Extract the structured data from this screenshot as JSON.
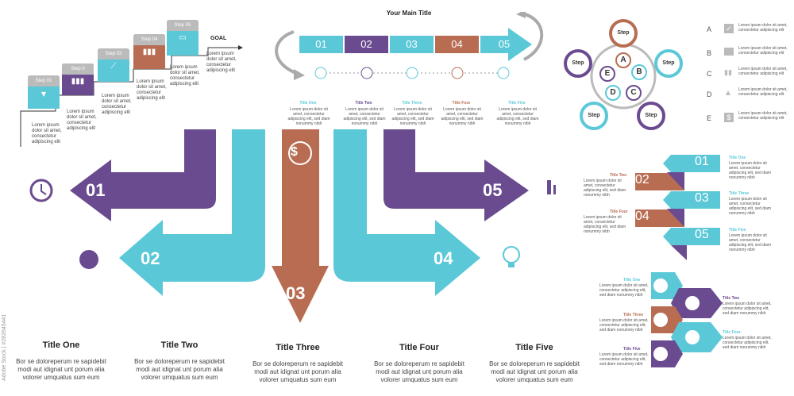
{
  "colors": {
    "cyan": "#5bc8d8",
    "purple": "#6b4b8f",
    "brown": "#b86d52",
    "gray": "#bbbbbb",
    "dark": "#333333"
  },
  "staircase": {
    "steps": [
      {
        "label": "Step 01",
        "text": "Lorem ipsum dolor sit amet, consectetur adipiscing elit",
        "icon": "filter-icon"
      },
      {
        "label": "Step 0",
        "text": "Lorem ipsum dolor sit amet, consectetur adipiscing elit",
        "icon": "bar-chart-icon"
      },
      {
        "label": "Step 03",
        "text": "Lorem ipsum dolor sit amet, consectetur adipiscing elit",
        "icon": "line-chart-icon"
      },
      {
        "label": "Step 04",
        "text": "Lorem ipsum dolor sit amet, consectetur adipiscing elit",
        "icon": "bar-chart-icon"
      },
      {
        "label": "Step 05",
        "text": "Lorem ipsum dolor sit amet, consectetur adipiscing elit",
        "icon": "wallet-icon"
      }
    ],
    "goal": "GOAL"
  },
  "top_center": {
    "title": "Your Main Title",
    "segments": [
      "01",
      "02",
      "03",
      "04",
      "05"
    ],
    "titles": [
      "Title One",
      "Title Two",
      "Title Three",
      "Title Four",
      "Title Five"
    ],
    "text": "Lorem ipsum dolor sit amet, consectetur adipiscing elit, sed diam nonummy nibh"
  },
  "cycle": {
    "step_label": "Step",
    "letters": [
      "A",
      "B",
      "C",
      "D",
      "E"
    ]
  },
  "letter_list": {
    "items": [
      {
        "letter": "A",
        "text": "Lorem ipsum dolor sit amet, consectetur adipiscing elit",
        "icon": "checkbox-icon"
      },
      {
        "letter": "B",
        "text": "Lorem ipsum dolor sit amet, consectetur adipiscing elit",
        "icon": "briefcase-icon"
      },
      {
        "letter": "C",
        "text": "Lorem ipsum dolor sit amet, consectetur adipiscing elit",
        "icon": "bar-chart-icon"
      },
      {
        "letter": "D",
        "text": "Lorem ipsum dolor sit amet, consectetur adipiscing elit",
        "icon": "pyramid-icon"
      },
      {
        "letter": "E",
        "text": "Lorem ipsum dolor sit amet, consectetur adipiscing elit",
        "icon": "dollar-icon"
      }
    ]
  },
  "main_arrows": {
    "numbers": [
      "01",
      "02",
      "03",
      "04",
      "05"
    ],
    "titles": [
      "Title One",
      "Title Two",
      "Title Three",
      "Title Four",
      "Title Five"
    ],
    "text": "Bor se doloreperum re sapidebit modi aut idignat unt porum alia volorer umquatus sum eum"
  },
  "ribbon": {
    "numbers": [
      "01",
      "02",
      "03",
      "04",
      "05"
    ],
    "titles": [
      "Title One",
      "Title Two",
      "Title Three",
      "Title Four",
      "Title Five"
    ],
    "text": "Lorem ipsum dolor sit amet, consectetur adipiscing elit, sed diam nonummy nibh"
  },
  "hex_list": {
    "titles": [
      "Title One",
      "Title Two",
      "Title Three",
      "Title Four",
      "Title Five"
    ],
    "text": "Lorem ipsum dolor sit amet, consectetur adipiscing elit, sed diam nonummy nibh"
  },
  "watermark": "Adobe Stock | #282645441"
}
